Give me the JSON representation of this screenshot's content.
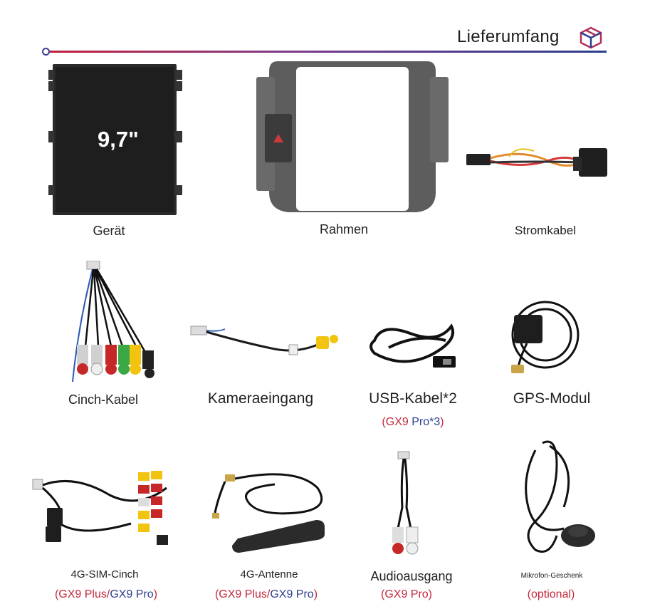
{
  "header": {
    "title": "Lieferumfang",
    "icon": "box-icon",
    "accent_red": "#c4203a",
    "accent_blue": "#2c3e8f"
  },
  "screen_label": "9,7\"",
  "items": {
    "geraet": {
      "label": "Gerät"
    },
    "rahmen": {
      "label": "Rahmen"
    },
    "stromkabel": {
      "label": "Stromkabel"
    },
    "cinch": {
      "label": "Cinch-Kabel"
    },
    "kamera": {
      "label": "Kameraeingang"
    },
    "usb": {
      "label": "USB-Kabel*2",
      "sub_open": "(",
      "sub_gx": "GX9",
      "sub_pro": " Pro*3",
      "sub_close": ")"
    },
    "gps": {
      "label": "GPS-Modul"
    },
    "sim": {
      "label": "4G-SIM-Cinch",
      "sub_open": "(",
      "sub_plus": "GX9 Plus",
      "sub_slash": "/",
      "sub_pro": "GX9 Pro",
      "sub_close": ")"
    },
    "antenne": {
      "label": "4G-Antenne",
      "sub_open": "(",
      "sub_plus": "GX9 Plus",
      "sub_slash": "/",
      "sub_pro": "GX9 Pro",
      "sub_close": ")"
    },
    "audio": {
      "label": "Audioausgang",
      "sub": "(GX9 Pro)"
    },
    "mikro": {
      "label": "Mikrofon-Geschenk",
      "sub": "(optional)"
    }
  }
}
